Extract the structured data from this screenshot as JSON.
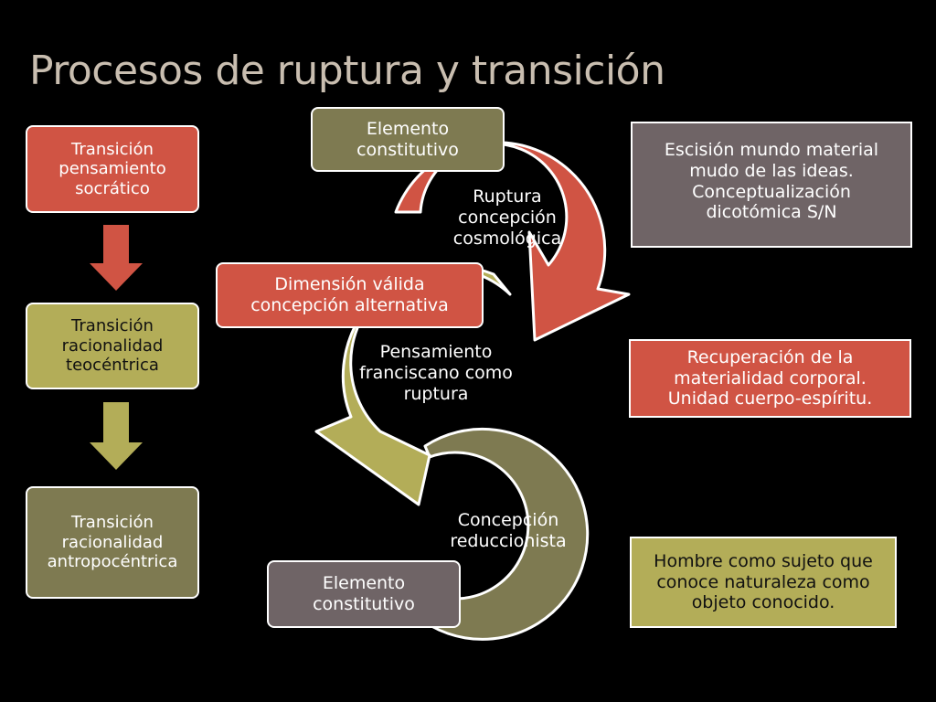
{
  "title": "Procesos de ruptura y transición",
  "left_column": [
    {
      "text": "Transición pensamiento socrático",
      "color": "#d05444"
    },
    {
      "text": "Transición racionalidad teocéntrica",
      "color": "#b3ad58"
    },
    {
      "text": "Transición racionalidad antropocéntrica",
      "color": "#7e7a51"
    }
  ],
  "cycle_labels": {
    "ruptura": "Ruptura concepción cosmológica",
    "pensamiento": "Pensamiento franciscano como ruptura",
    "concepcion": "Concepción reduccionista"
  },
  "callouts": {
    "elemento_top": "Elemento constitutivo",
    "dimension": "Dimensión válida concepción alternativa",
    "elemento_bottom": "Elemento constitutivo"
  },
  "right_boxes": [
    {
      "text": "Escisión mundo material mudo de las ideas. Conceptualización dicotómica S/N",
      "color": "#6f6466"
    },
    {
      "text": "Recuperación de la materialidad corporal. Unidad cuerpo-espíritu.",
      "color": "#d05444"
    },
    {
      "text": "Hombre como sujeto que conoce naturaleza como objeto conocido.",
      "color": "#b3ad58"
    }
  ],
  "colors": {
    "red": "#d05444",
    "olive": "#b3ad58",
    "khaki": "#7e7a51",
    "mauve": "#6f6466",
    "title": "#c9beb0"
  }
}
